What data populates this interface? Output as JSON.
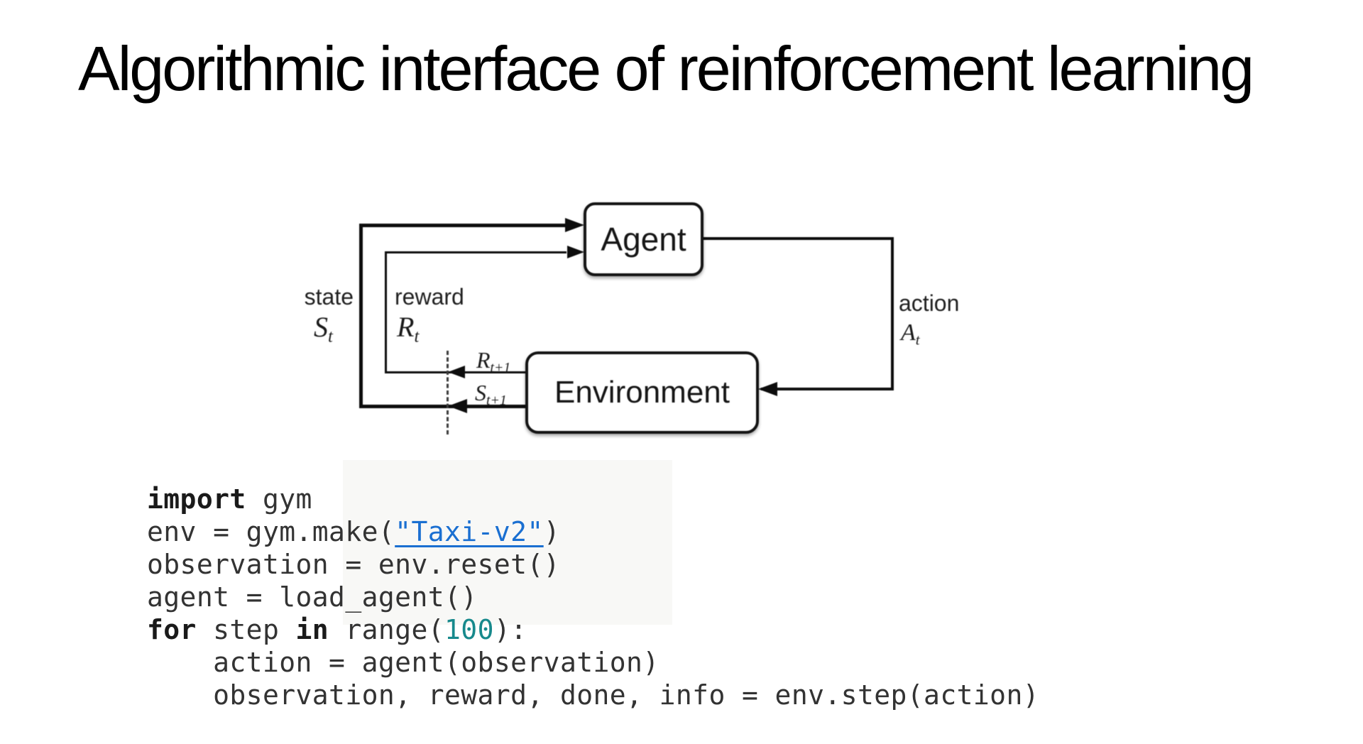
{
  "slide": {
    "title": "Algorithmic interface of reinforcement learning"
  },
  "diagram": {
    "agent_label": "Agent",
    "environment_label": "Environment",
    "state_label": "state",
    "state_symbol": "S",
    "state_sub": "t",
    "reward_label": "reward",
    "reward_symbol": "R",
    "reward_sub": "t",
    "action_label": "action",
    "action_symbol": "A",
    "action_sub": "t",
    "reward_next_symbol": "R",
    "reward_next_sub": "t+1",
    "state_next_symbol": "S",
    "state_next_sub": "t+1"
  },
  "code": {
    "lines": [
      [
        {
          "t": "import",
          "s": "kw"
        },
        {
          "t": " gym",
          "s": "plain"
        }
      ],
      [
        {
          "t": "env = gym.make(",
          "s": "plain"
        },
        {
          "t": "\"Taxi-v2\"",
          "s": "link"
        },
        {
          "t": ")",
          "s": "plain"
        }
      ],
      [
        {
          "t": "observation = env.reset()",
          "s": "plain"
        }
      ],
      [
        {
          "t": "agent = load_agent()",
          "s": "plain"
        }
      ],
      [
        {
          "t": "for",
          "s": "kw"
        },
        {
          "t": " step ",
          "s": "plain"
        },
        {
          "t": "in",
          "s": "kw"
        },
        {
          "t": " range(",
          "s": "plain"
        },
        {
          "t": "100",
          "s": "num"
        },
        {
          "t": "):",
          "s": "plain"
        }
      ],
      [
        {
          "t": "    action = agent(observation)",
          "s": "plain"
        }
      ],
      [
        {
          "t": "    observation, reward, done, info = env.step(action)",
          "s": "plain"
        }
      ]
    ]
  },
  "colors": {
    "keyword": "#1a1a1a",
    "number": "#17898c",
    "link": "#1a6fd1",
    "code_text": "#333333"
  }
}
